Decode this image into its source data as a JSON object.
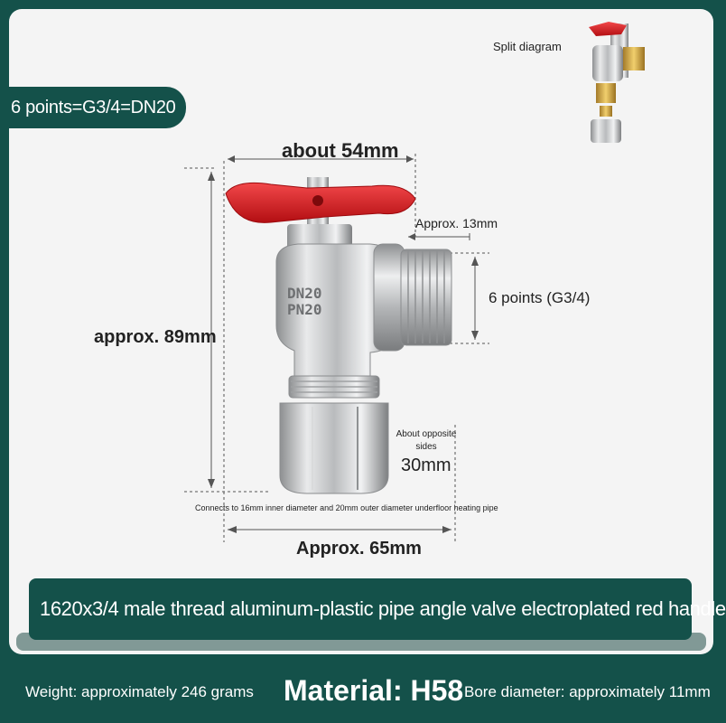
{
  "tag_label": "6 points=G3/4=DN20",
  "split_diagram_label": "Split diagram",
  "valve_markings": {
    "line1": "DN20",
    "line2": "PN20"
  },
  "dimensions": {
    "width_top": "about 54mm",
    "height": "approx. 89mm",
    "thread_length": "Approx. 13mm",
    "thread_size": "6 points (G3/4)",
    "across_flats_caption": "About opposite sides",
    "across_flats_value": "30mm",
    "pipe_note": "Connects to 16mm inner diameter and 20mm outer diameter underfloor heating pipe",
    "width_bottom": "Approx. 65mm"
  },
  "banner_title": "1620x3/4 male thread aluminum-plastic pipe angle valve electroplated red handle",
  "footer": {
    "weight": "Weight: approximately 246 grams",
    "material": "Material: H58",
    "bore": "Bore diameter: approximately 11mm"
  },
  "colors": {
    "brand_green": "#14514a",
    "card_background": "#f4f4f4",
    "handle_red": "#d8181c",
    "chrome": "#c9cbcc"
  }
}
